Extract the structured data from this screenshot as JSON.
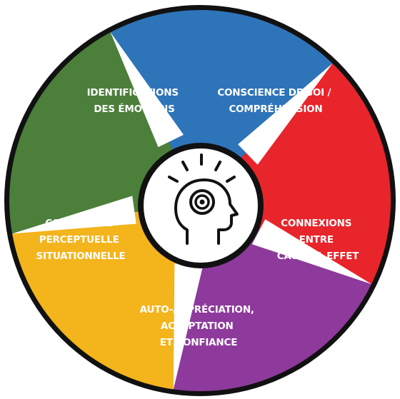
{
  "diagram": {
    "center_icon": "head-with-lightbulb-idea-icon",
    "segments": [
      {
        "key": "identifications",
        "color": "#2e74b9",
        "lines": [
          "IDENTIFICATIONS",
          "DES ÉMOTIONS"
        ]
      },
      {
        "key": "conscience-de-soi",
        "color": "#e8252b",
        "lines": [
          "CONSCIENCE DE SOI /",
          "COMPRÉHENSION"
        ]
      },
      {
        "key": "connexions",
        "color": "#8e3a9c",
        "lines": [
          "CONNEXIONS",
          "ENTRE",
          "CAUSE & EFFET"
        ]
      },
      {
        "key": "auto-appreciation",
        "color": "#f3b41c",
        "lines": [
          "AUTO-APPRÉCIATION,",
          "ACCEPTATION",
          "ET CONFIANCE"
        ]
      },
      {
        "key": "conscience-perceptuelle",
        "color": "#4b7f3a",
        "lines": [
          "CONSCIENCE",
          "PERCEPTUELLE",
          "SITUATIONNELLE"
        ]
      }
    ],
    "colors": {
      "border": "#111111",
      "separator": "#ffffff",
      "hub_fill": "#ffffff",
      "icon_stroke": "#111111"
    }
  }
}
